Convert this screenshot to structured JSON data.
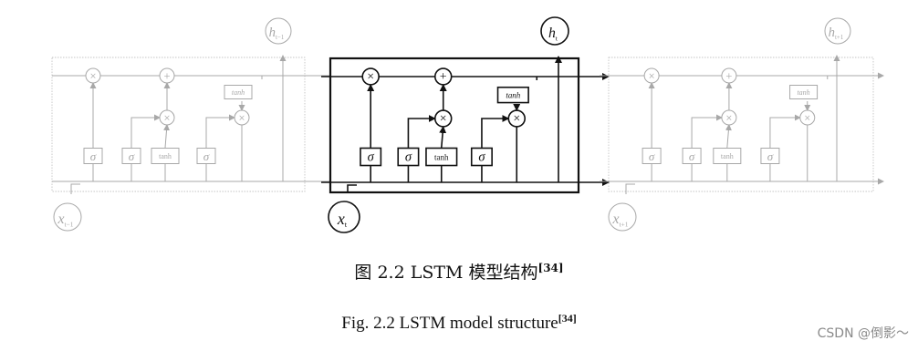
{
  "diagram": {
    "cells": [
      {
        "id": "prev",
        "input_main": "x",
        "input_sub": "t−1",
        "output_main": "h",
        "output_sub": "t−1",
        "emphasized": false
      },
      {
        "id": "current",
        "input_main": "x",
        "input_sub": "t",
        "output_main": "h",
        "output_sub": "t",
        "emphasized": true
      },
      {
        "id": "next",
        "input_main": "x",
        "input_sub": "t+1",
        "output_main": "h",
        "output_sub": "t+1",
        "emphasized": false
      }
    ],
    "gate_labels": [
      "σ",
      "σ",
      "tanh",
      "σ"
    ],
    "output_tanh_label": "tanh",
    "op_multiply": "×",
    "op_add": "+",
    "colors": {
      "faded_line": "#a8a8a8",
      "strong_line": "#111111"
    }
  },
  "caption": {
    "cn_prefix": "图  2.2 LSTM 模型结构",
    "cn_ref": "[34]",
    "en_prefix": "Fig. 2.2 LSTM model structure",
    "en_ref": "[34]"
  },
  "watermark": "CSDN @倒影～"
}
